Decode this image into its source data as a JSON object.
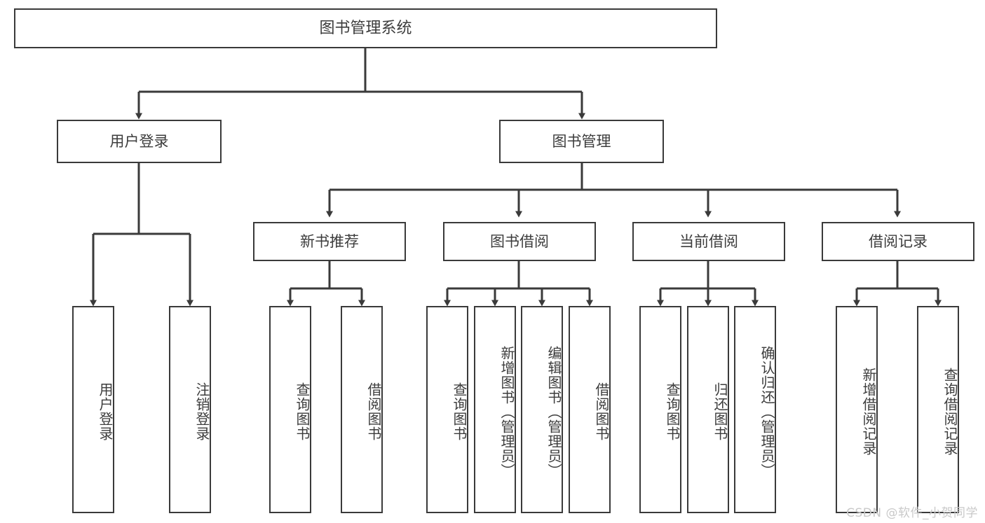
{
  "diagram": {
    "title": "图书管理系统",
    "watermark": "CSDN @软件_小贺同学",
    "colors": {
      "box_border": "#3a3a3a",
      "box_fill": "#ffffff",
      "connector": "#3a3a3a",
      "text": "#3c3c3c",
      "watermark": "#c9c9c9",
      "background": "#ffffff"
    },
    "root": {
      "label": "图书管理系统"
    },
    "branches": [
      {
        "label": "用户登录"
      },
      {
        "label": "图书管理"
      }
    ],
    "subbranches": [
      {
        "label": "新书推荐"
      },
      {
        "label": "图书借阅"
      },
      {
        "label": "当前借阅"
      },
      {
        "label": "借阅记录"
      }
    ],
    "leaves": {
      "user_login": [
        {
          "label": "用户登录"
        },
        {
          "label": "注销登录"
        }
      ],
      "new_book": [
        {
          "label": "查询图书"
        },
        {
          "label": "借阅图书"
        }
      ],
      "borrow": [
        {
          "label": "查询图书"
        },
        {
          "label": "新增图书（管理员）"
        },
        {
          "label": "编辑图书（管理员）"
        },
        {
          "label": "借阅图书"
        }
      ],
      "current": [
        {
          "label": "查询图书"
        },
        {
          "label": "归还图书"
        },
        {
          "label": "确认归还（管理员）"
        }
      ],
      "records": [
        {
          "label": "新增借阅记录"
        },
        {
          "label": "查询借阅记录"
        }
      ]
    }
  }
}
